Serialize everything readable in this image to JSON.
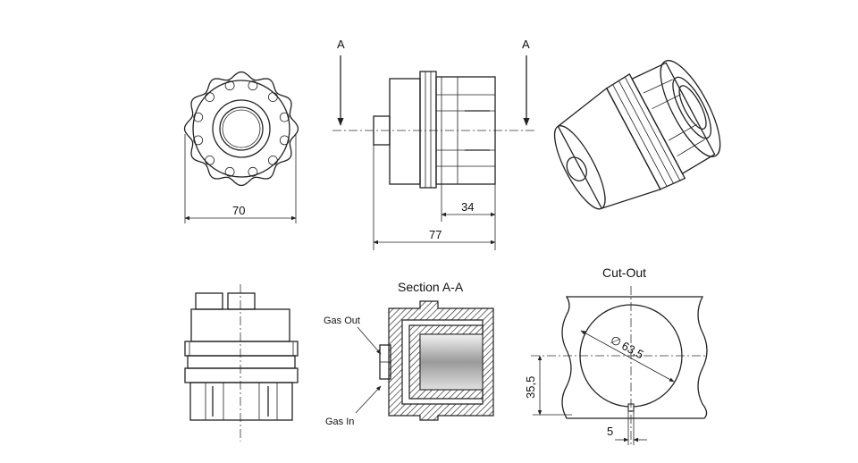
{
  "section_marks": {
    "left": "A",
    "right": "A"
  },
  "dimensions": {
    "diameter_front": "70",
    "depth_rear": "34",
    "overall_length": "77",
    "cutout_diameter": "63,5",
    "cutout_offset": "35,5",
    "key_width": "5",
    "diameter_symbol": "∅"
  },
  "titles": {
    "section": "Section A-A",
    "cutout": "Cut-Out"
  },
  "labels": {
    "gas_out": "Gas Out",
    "gas_in": "Gas  In"
  }
}
